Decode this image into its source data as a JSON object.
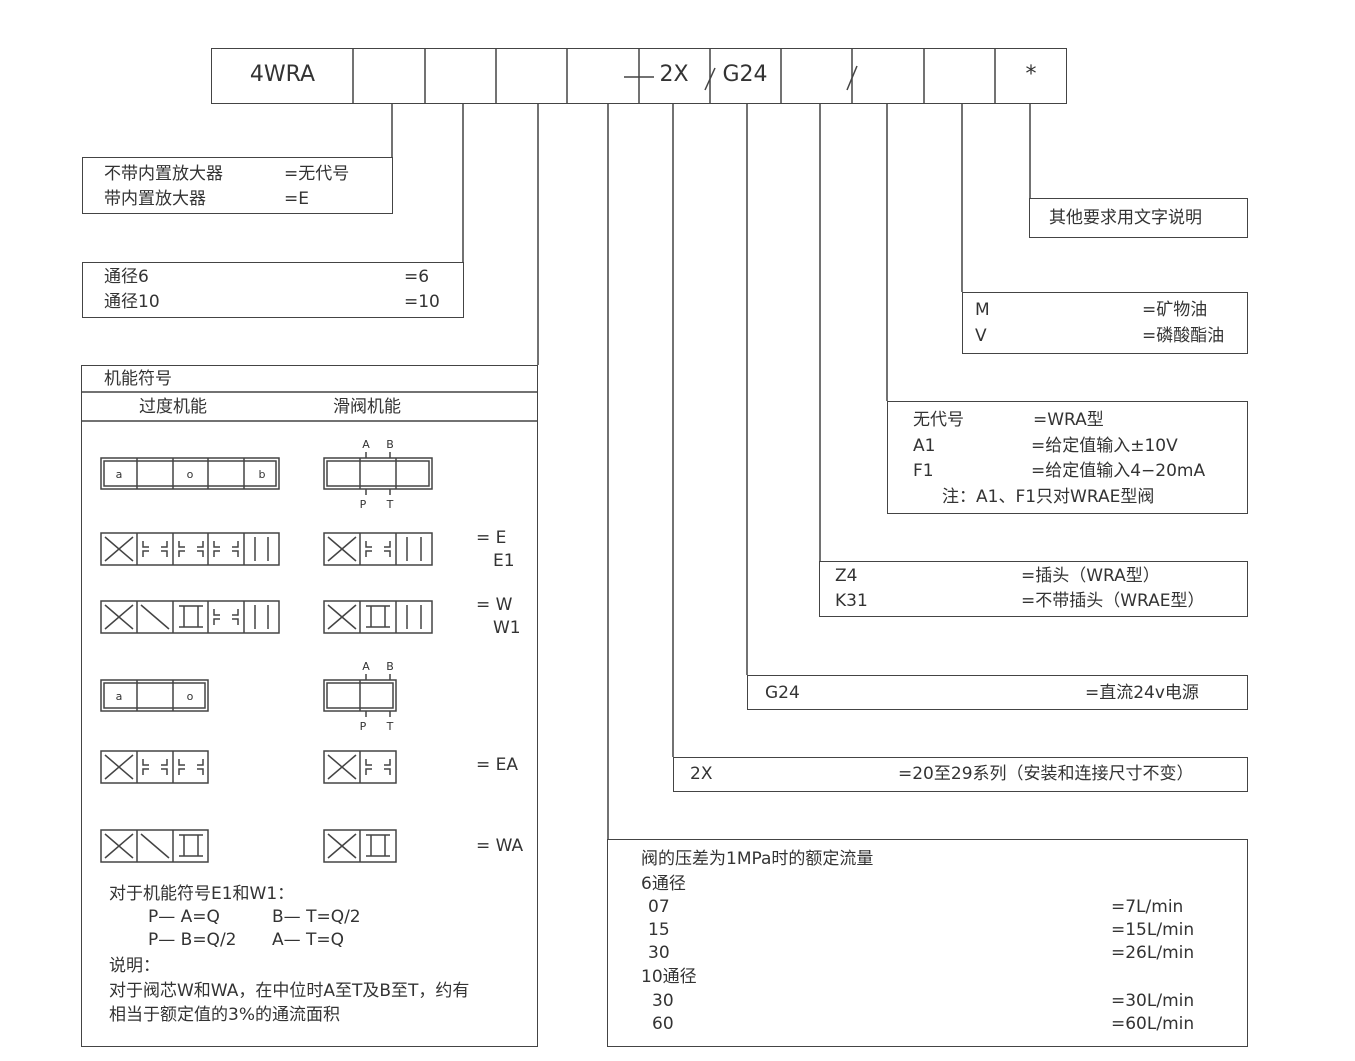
{
  "code_row": {
    "cells": [
      "4WRA",
      "",
      "",
      "",
      "",
      "2X",
      "G24",
      "",
      "",
      "",
      "*"
    ],
    "separators": [
      "—",
      "/",
      "/"
    ]
  },
  "amplifier": {
    "rows": [
      {
        "label": "不带内置放大器",
        "value": "=无代号"
      },
      {
        "label": "带内置放大器",
        "value": "=E"
      }
    ]
  },
  "bore": {
    "rows": [
      {
        "label": "通径6",
        "value": "=6"
      },
      {
        "label": "通径10",
        "value": "=10"
      }
    ]
  },
  "symbols": {
    "title": "机能符号",
    "col1": "过度机能",
    "col2": "滑阀机能",
    "port_labels": {
      "a": "a",
      "o": "o",
      "b": "b",
      "A": "A",
      "B": "B",
      "P": "P",
      "T": "T"
    },
    "codes": {
      "e1": "= E",
      "e2": "E1",
      "w1": "= W",
      "w2": "W1",
      "ea": "= EA",
      "wa": "= WA"
    },
    "notes": [
      "对于机能符号E1和W1：",
      "P— A=Q",
      "B— T=Q/2",
      "P— B=Q/2",
      "A— T=Q",
      "说明：",
      "对于阀芯W和WA，在中位时A至T及B至T，约有",
      "相当于额定值的3%的通流面积"
    ]
  },
  "flow": {
    "title": "阀的压差为1MPa时的额定流量",
    "group1": "6通径",
    "g1_rows": [
      {
        "code": "07",
        "value": "=7L/min"
      },
      {
        "code": "15",
        "value": "=15L/min"
      },
      {
        "code": "30",
        "value": "=26L/min"
      }
    ],
    "group2": "10通径",
    "g2_rows": [
      {
        "code": "30",
        "value": "=30L/min"
      },
      {
        "code": "60",
        "value": "=60L/min"
      }
    ]
  },
  "series": {
    "code": "2X",
    "value": "=20至29系列（安装和连接尺寸不变）"
  },
  "power": {
    "code": "G24",
    "value": "=直流24v电源"
  },
  "plug": {
    "rows": [
      {
        "code": "Z4",
        "value": "=插头（WRA型）"
      },
      {
        "code": "K31",
        "value": "=不带插头（WRAE型）"
      }
    ]
  },
  "input": {
    "rows": [
      {
        "code": "无代号",
        "value": "=WRA型"
      },
      {
        "code": "A1",
        "value": "=给定值输入±10V"
      },
      {
        "code": "F1",
        "value": "=给定值输入4−20mA"
      }
    ],
    "note": "注：A1、F1只对WRAE型阀"
  },
  "fluid": {
    "rows": [
      {
        "code": "M",
        "value": "=矿物油"
      },
      {
        "code": "V",
        "value": "=磷酸酯油"
      }
    ]
  },
  "other": {
    "text": "其他要求用文字说明"
  },
  "colors": {
    "line": "#444444",
    "text": "#333333"
  }
}
